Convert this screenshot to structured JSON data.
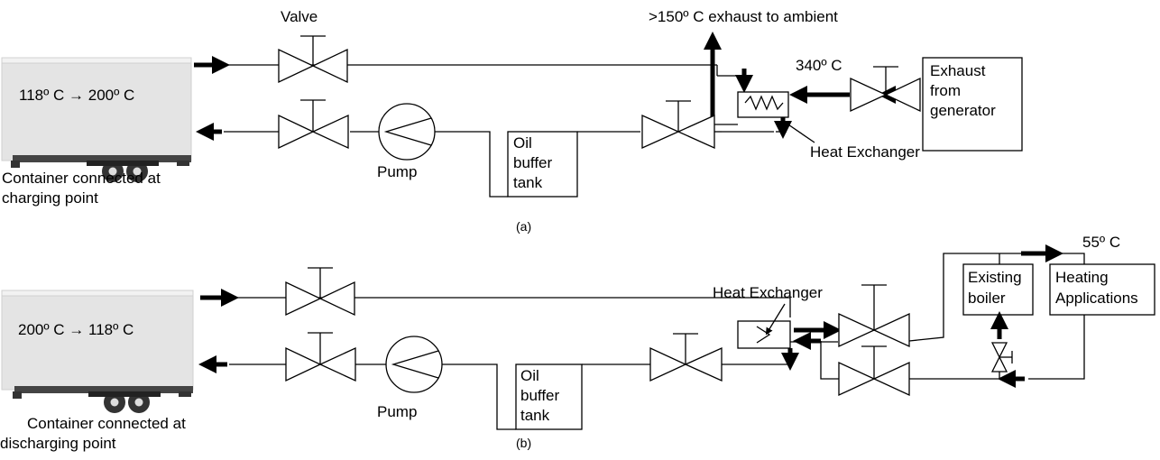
{
  "figure": {
    "panel_a": {
      "caption": "(a)",
      "valve_label": "Valve",
      "exhaust_out_label": ">150º C exhaust to ambient",
      "temp_in_label": "340º C",
      "exhaust_source_lines": [
        "Exhaust",
        "from",
        "generator"
      ],
      "heat_exchanger_label": "Heat Exchanger",
      "container_temp": "118º C → 200º C",
      "container_caption_lines": [
        "Container connected at",
        "charging point"
      ],
      "pump_label": "Pump",
      "tank_lines": [
        "Oil",
        "buffer",
        "tank"
      ]
    },
    "panel_b": {
      "caption": "(b)",
      "heat_exchanger_label": "Heat Exchanger",
      "temp_label": "55º C",
      "boiler_lines": [
        "Existing",
        "boiler"
      ],
      "heating_lines": [
        "Heating",
        "Applications"
      ],
      "container_temp": "200º C → 118º C",
      "container_caption_lines": [
        "Container connected at",
        "discharging point"
      ],
      "pump_label": "Pump",
      "tank_lines": [
        "Oil",
        "buffer",
        "tank"
      ]
    }
  }
}
